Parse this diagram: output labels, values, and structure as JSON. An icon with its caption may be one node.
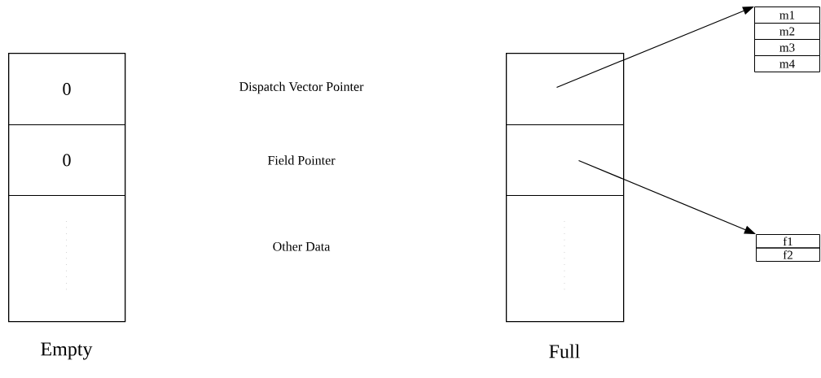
{
  "diagram": {
    "nodes": [
      {
        "text": [],
        "shape": "box",
        "beside": [
          "Empty"
        ]
      },
      {
        "text": [
          "0"
        ],
        "in": 0
      },
      {
        "text": [
          "0"
        ],
        "in": 0
      },
      {
        "text": [],
        "shape": "box",
        "in": 0
      },
      {
        "text": [],
        "shape": "box",
        "beside": [
          "Full"
        ]
      },
      {
        "text": [],
        "shape": "box",
        "in": 4
      },
      {
        "text": [],
        "shape": "box",
        "in": 4
      },
      {
        "text": [],
        "shape": "box",
        "in": 4
      },
      {
        "text": [
          "m1"
        ]
      },
      {
        "text": [
          "m2"
        ]
      },
      {
        "text": [
          "m3"
        ]
      },
      {
        "text": [
          "m4"
        ]
      },
      {
        "text": [
          "f1"
        ]
      },
      {
        "text": [
          "f2"
        ]
      }
    ],
    "edges": [
      {
        "from": 5,
        "to": 8,
        "arrow": "to"
      },
      {
        "from": 6,
        "to": 12,
        "arrow": "to"
      }
    ],
    "labels": [
      "Dispatch Vector Pointer",
      "Field Pointer",
      "Other Data"
    ]
  }
}
